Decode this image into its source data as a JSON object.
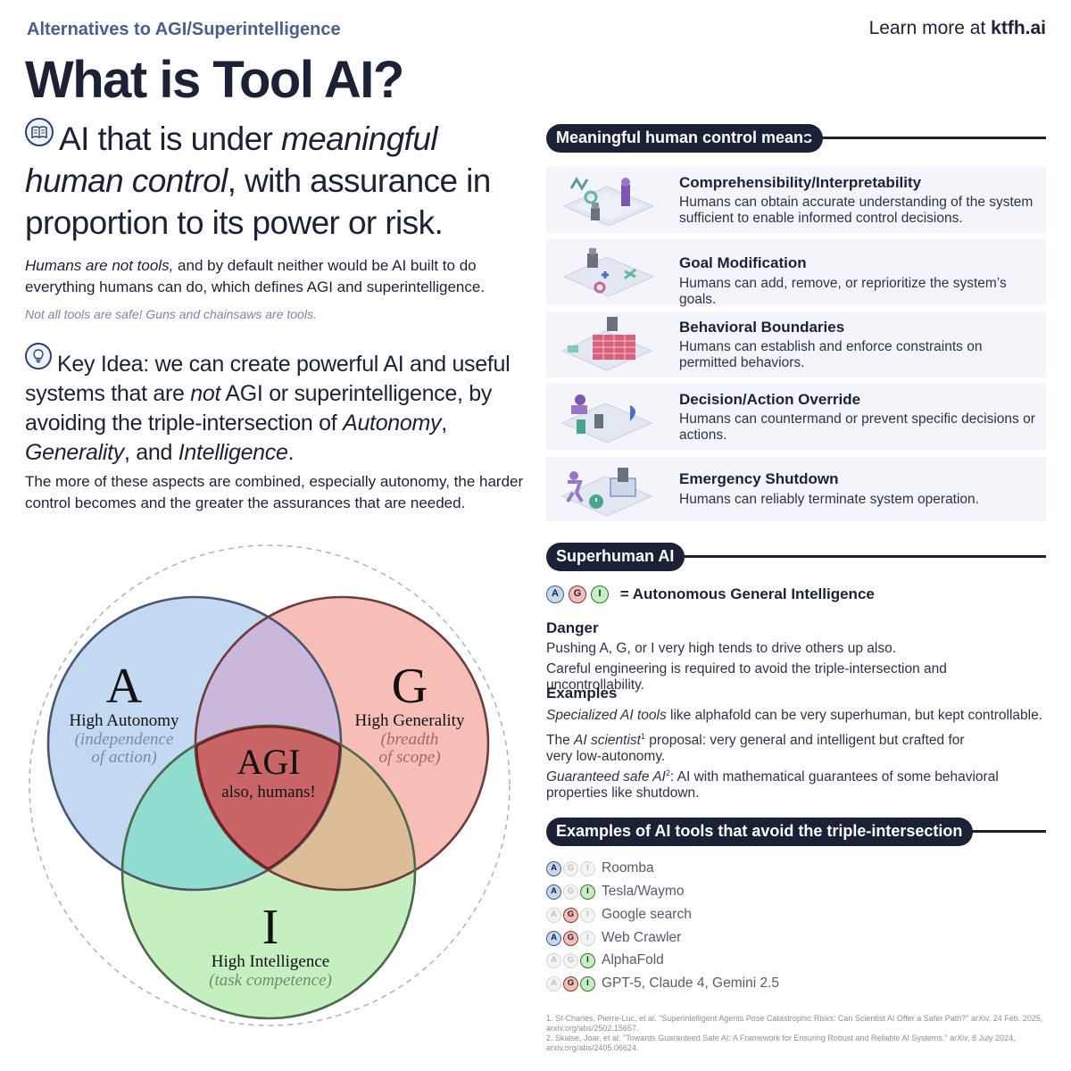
{
  "header": {
    "subtitle": "Alternatives to AGI/Superintelligence",
    "learn_prefix": "Learn more at ",
    "learn_site": "ktfh.ai",
    "title": "What is Tool AI?"
  },
  "lead": {
    "icon": "book-icon",
    "part1": "AI that is under ",
    "emph": "meaningful human control",
    "part2": ", with assurance in proportion to its power or risk."
  },
  "para1": {
    "emph": "Humans are not tools,",
    "rest": " and by default neither would be AI built to do everything humans can do, which defines AGI and superintelligence."
  },
  "note": "Not all tools are safe! Guns and chainsaws are tools.",
  "key_idea": {
    "icon": "lightbulb-icon",
    "part1": "Key Idea: we can create powerful AI and useful systems that are ",
    "not": "not",
    "part2": " AGI or superintelligence, by avoiding the triple-intersection of ",
    "autonomy": "Autonomy",
    "comma1": ", ",
    "generality": "Generality",
    "and": ", and ",
    "intelligence": "Intelligence",
    "period": "."
  },
  "para2": "The more of these aspects are combined, especially autonomy, the harder control becomes and the greater the assurances that are needed.",
  "venn": {
    "a": {
      "letter": "A",
      "label": "High Autonomy",
      "sub1": "(independence",
      "sub2": "of action)",
      "color": "#c3d8f1"
    },
    "g": {
      "letter": "G",
      "label": "High Generality",
      "sub1": "(breadth",
      "sub2": "of scope)",
      "color": "#f7bdb7"
    },
    "i": {
      "letter": "I",
      "label": "High Intelligence",
      "sub1": "(task competence)",
      "color": "#c5efc0"
    },
    "center": {
      "title": "AGI",
      "sub": "also, humans!",
      "color": "#c96566"
    }
  },
  "control": {
    "header": "Meaningful human control means",
    "items": [
      {
        "title": "Comprehensibility/Interpretability",
        "desc": "Humans can obtain accurate understanding of the system sufficient to enable informed control decisions.",
        "icon": "interpretability-illustration"
      },
      {
        "title": "Goal Modification",
        "desc": "Humans can add, remove, or reprioritize the system’s goals.",
        "icon": "goal-modification-illustration"
      },
      {
        "title": "Behavioral Boundaries",
        "desc": "Humans can establish and enforce constraints on permitted behaviors.",
        "icon": "boundaries-illustration"
      },
      {
        "title": "Decision/Action Override",
        "desc": "Humans can countermand or prevent specific decisions or actions.",
        "icon": "override-illustration"
      },
      {
        "title": "Emergency Shutdown",
        "desc": "Humans can reliably terminate system operation.",
        "icon": "shutdown-illustration"
      }
    ]
  },
  "superhuman": {
    "header": "Superhuman AI",
    "badges": [
      "A",
      "G",
      "I"
    ],
    "equation": "= Autonomous General Intelligence",
    "danger_title": "Danger",
    "danger_1": "Pushing A, G, or I very high tends to drive others up also.",
    "danger_2": "Careful engineering is required to avoid the triple-intersection and uncontrollability.",
    "examples_title": "Examples",
    "ex1_em": "Specialized AI tools",
    "ex1_rest": " like alphafold can be very superhuman, but kept controllable.",
    "ex2_pre": "The ",
    "ex2_em": "AI scientist",
    "ex2_sup": "1",
    "ex2_rest": " proposal: very general and intelligent but crafted for very low-autonomy.",
    "ex3_em": "Guaranteed safe AI",
    "ex3_sup": "2",
    "ex3_rest": ": AI with mathematical guarantees of some behavioral properties like shutdown."
  },
  "tools": {
    "header": "Examples of AI tools that avoid the triple-intersection",
    "items": [
      {
        "name": "Roomba",
        "a": true,
        "g": false,
        "i": false
      },
      {
        "name": "Tesla/Waymo",
        "a": true,
        "g": false,
        "i": true
      },
      {
        "name": "Google search",
        "a": false,
        "g": true,
        "i": false
      },
      {
        "name": "Web Crawler",
        "a": true,
        "g": true,
        "i": false
      },
      {
        "name": "AlphaFold",
        "a": false,
        "g": false,
        "i": true
      },
      {
        "name": "GPT-5, Claude 4, Gemini 2.5",
        "a": false,
        "g": true,
        "i": true
      }
    ]
  },
  "references": {
    "r1": "1. St-Charles, Pierre-Luc, et al. \"Superintelligent Agents Pose Catastrophic Risks: Can Scientist AI Offer a Safer Path?\" arXiv, 24 Feb. 2025, arxiv.org/abs/2502.15657.",
    "r2": "2. Skalse, Joar, et al. \"Towards Guaranteed Safe AI: A Framework for Ensuring Robust and Reliable AI Systems.\" arXiv, 8 July 2024, arxiv.org/abs/2405.06624."
  }
}
